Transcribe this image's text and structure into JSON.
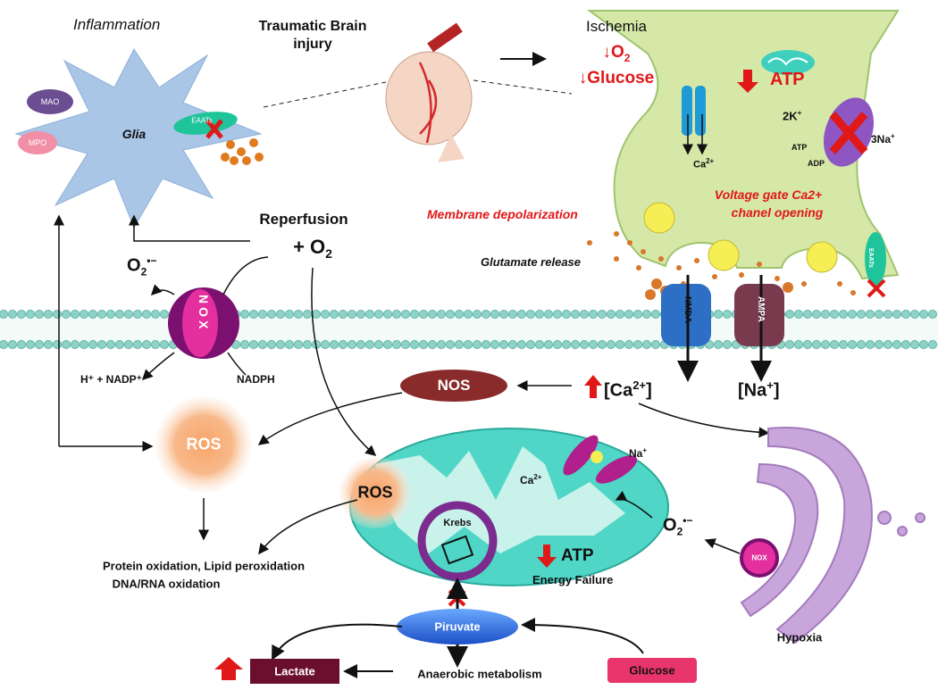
{
  "colors": {
    "red": "#e01818",
    "glia": "#a9c6e6",
    "neuron": "#d6e8a8",
    "mito": "#4fd6c6",
    "er": "#b78ccf",
    "membrane": "#8fd3c8",
    "ros": "#f5a36a",
    "nos": "#8a2b2b",
    "piruvate": "#2f6fe0",
    "lactate": "#6b0f2e",
    "glucose": "#e8356b",
    "nox": "#a01a7a"
  },
  "labels": {
    "inflammation": "Inflammation",
    "tbi_line1": "Traumatic Brain",
    "tbi_line2": "injury",
    "ischemia": "Ischemia",
    "o2_down": "↓O",
    "o2_sub": "2",
    "glucose_down": "↓Glucose",
    "atp_top": "ATP",
    "glia": "Glia",
    "mao": "MAO",
    "mpo": "MPO",
    "eaat": "EAATs",
    "eaat2": "EAATs",
    "ca2_top": "Ca",
    "ca2_top_sup": "2+",
    "twoK": "2K",
    "twoK_sup": "+",
    "threeNa": "3Na",
    "threeNa_sup": "+",
    "atp_small": "ATP",
    "adp_small": "ADP",
    "vgcc_line1": "Voltage gate Ca2+",
    "vgcc_line2": "chanel opening",
    "membrane_depol": "Membrane depolarization",
    "reperfusion": "Reperfusion",
    "plus_o2": "+ O",
    "plus_o2_sub": "2",
    "superoxide_left": "O",
    "superoxide_left_sub": "2",
    "superoxide_left_sup": "•−",
    "glutamate_release": "Glutamate release",
    "nmda": "NMDA",
    "ampa": "AMPA",
    "nox_letters": "NOX",
    "h_nadp": "H⁺ + NADP⁺",
    "nadph": "NADPH",
    "nos": "NOS",
    "ca_conc": "[Ca",
    "ca_conc_sup": "2+",
    "ca_conc_end": "]",
    "na_conc": "[Na",
    "na_conc_sup": "+",
    "na_conc_end": "]",
    "ros_left": "ROS",
    "ros_mito": "ROS",
    "na_plus_mito": "Na",
    "na_plus_mito_sup": "+",
    "ca_mito": "Ca",
    "ca_mito_sup": "2+",
    "krebs": "Krebs",
    "atp_mito": "ATP",
    "energy_failure": "Energy Failure",
    "superoxide_right": "O",
    "superoxide_right_sub": "2",
    "superoxide_right_sup": "•−",
    "nox_er": "NOX",
    "protein_ox_line1": "Protein oxidation, Lipid peroxidation",
    "protein_ox_line2": "DNA/RNA oxidation",
    "piruvate": "Piruvate",
    "hypoxia": "Hypoxia",
    "lactate": "Lactate",
    "anaerobic": "Anaerobic metabolism",
    "glucose_box": "Glucose"
  }
}
